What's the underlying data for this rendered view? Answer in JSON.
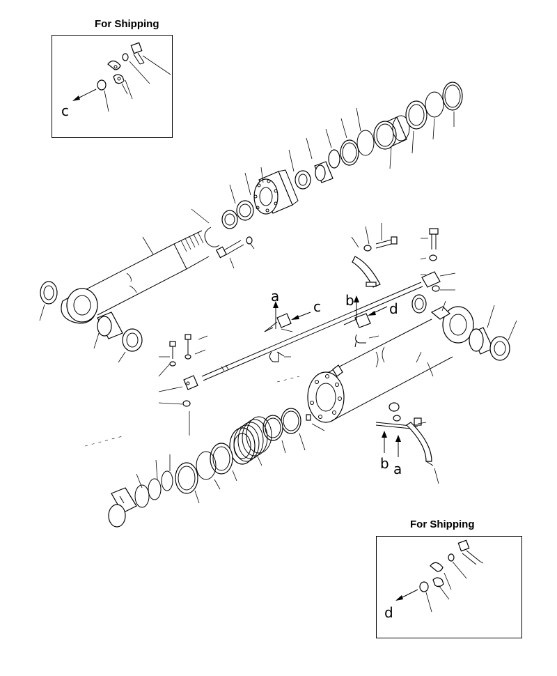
{
  "insets": [
    {
      "title": "For Shipping",
      "arrow_label": "c"
    },
    {
      "title": "For Shipping",
      "arrow_label": "d"
    }
  ],
  "pipe_labels": {
    "a_upper": "a",
    "c_upper": "c",
    "b_upper": "b",
    "d_upper": "d",
    "b_lower": "b",
    "a_lower": "a"
  },
  "icons": [
    "arrow-icon"
  ]
}
